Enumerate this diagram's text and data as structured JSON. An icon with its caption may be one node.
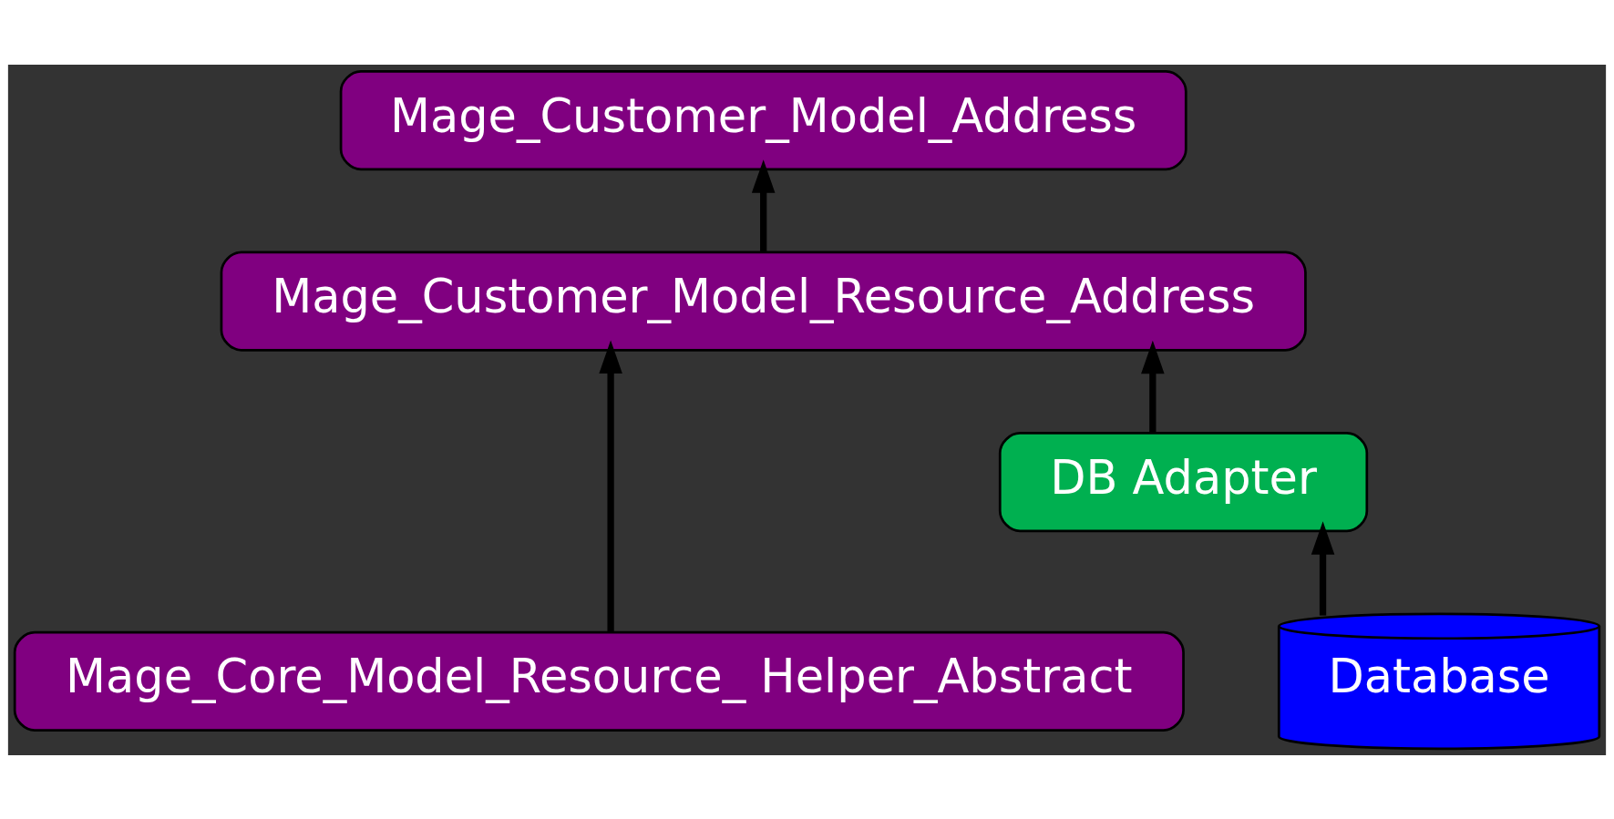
{
  "diagram": {
    "nodes": [
      {
        "text": [
          "Mage_Customer_Model_Address"
        ]
      },
      {
        "text": [
          "Mage_Customer_Model_Resource_Address"
        ]
      },
      {
        "text": [
          "Mage_Core_Model_Resource_ Helper_Abstract"
        ]
      },
      {
        "text": [
          "DB Adapter"
        ]
      },
      {
        "text": [
          "Database"
        ]
      }
    ],
    "edges": [
      {
        "from": 1,
        "to": 0,
        "arrow": "to"
      },
      {
        "from": 2,
        "to": 1,
        "arrow": "to"
      },
      {
        "from": 3,
        "to": 1,
        "arrow": "to"
      },
      {
        "from": 4,
        "to": 3,
        "arrow": "to"
      }
    ]
  }
}
